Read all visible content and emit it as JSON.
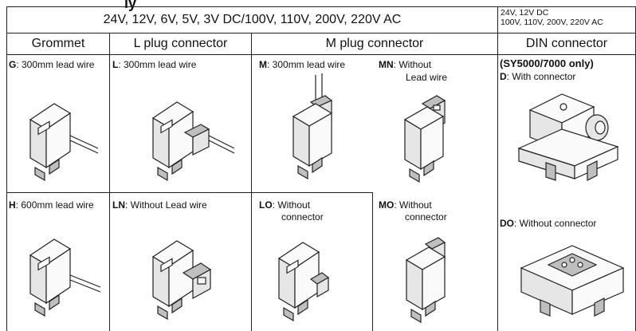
{
  "title_fragment": "ly",
  "header": {
    "voltage_main": "24V, 12V, 6V, 5V, 3V DC/100V, 110V, 200V, 220V AC",
    "voltage_din_line1": "24V, 12V DC",
    "voltage_din_line2": "100V, 110V, 200V, 220V AC"
  },
  "columns": {
    "grommet": "Grommet",
    "l_plug": "L plug connector",
    "m_plug": "M plug connector",
    "din": "DIN connector"
  },
  "cells": {
    "g": {
      "code": "G",
      "desc": ": 300mm lead wire"
    },
    "h": {
      "code": "H",
      "desc": ": 600mm lead wire"
    },
    "l": {
      "code": "L",
      "desc": ": 300mm lead wire"
    },
    "ln": {
      "code": "LN",
      "desc": ": Without Lead wire"
    },
    "m": {
      "code": "M",
      "desc": ": 300mm lead wire"
    },
    "mn": {
      "code": "MN",
      "desc": ": Without",
      "desc2": "Lead wire"
    },
    "lo": {
      "code": "LO",
      "desc": ": Without",
      "desc2": "connector"
    },
    "mo": {
      "code": "MO",
      "desc": ": Without",
      "desc2": "connector"
    },
    "din_note": "(SY5000/7000 only)",
    "d": {
      "code": "D",
      "desc": ": With connector"
    },
    "do": {
      "code": "DO",
      "desc": ": Without connector"
    }
  }
}
